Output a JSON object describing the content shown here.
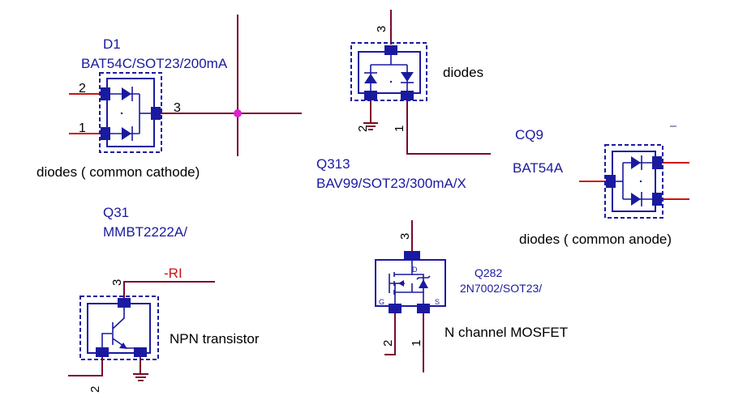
{
  "d1": {
    "designator": "D1",
    "part": "BAT54C/SOT23/200mA",
    "description": "diodes ( common cathode)",
    "pins": [
      "2",
      "1",
      "3"
    ]
  },
  "q313": {
    "designator": "Q313",
    "part": "BAV99/SOT23/300mA/X",
    "description": "diodes",
    "pins": [
      "3",
      "2",
      "1"
    ]
  },
  "cq9": {
    "designator": "CQ9",
    "part": "BAT54A",
    "description": "diodes ( common anode)"
  },
  "q31": {
    "designator": "Q31",
    "part": "MMBT2222A/",
    "description": "NPN transistor",
    "net": "-RI",
    "pins": [
      "3",
      "2"
    ]
  },
  "q282": {
    "designator": "Q282",
    "part": "2N7002/SOT23/",
    "description": "N channel MOSFET",
    "pins": [
      "3",
      "2",
      "1"
    ],
    "pin_letters": [
      "D",
      "G",
      "S"
    ]
  },
  "colors": {
    "wire": "#7a0a2a",
    "component": "#1a1aa0",
    "net": "#cc1111",
    "junction": "#e020d0"
  }
}
